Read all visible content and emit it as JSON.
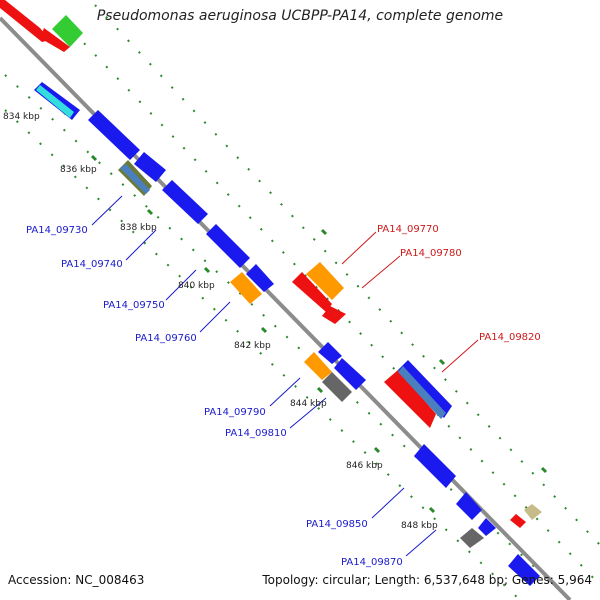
{
  "title": "Pseudomonas aeruginosa UCBPP-PA14, complete genome",
  "accession": "Accession: NC_008463",
  "summary": "Topology: circular; Length: 6,537,648 bp; Genes: 5,964",
  "colors": {
    "backbone": "#8c8c8c",
    "label_blue": "#1a1acc",
    "label_red": "#cc1a1a",
    "tick_dot": "#2a8a2a"
  },
  "kbp_labels": [
    "834 kbp",
    "836 kbp",
    "838 kbp",
    "840 kbp",
    "842 kbp",
    "844 kbp",
    "846 kbp",
    "848 kbp"
  ],
  "gene_labels_blue": [
    "PA14_09730",
    "PA14_09740",
    "PA14_09750",
    "PA14_09760",
    "PA14_09790",
    "PA14_09810",
    "PA14_09850",
    "PA14_09870"
  ],
  "gene_labels_red": [
    "PA14_09770",
    "PA14_09780",
    "PA14_09820"
  ]
}
